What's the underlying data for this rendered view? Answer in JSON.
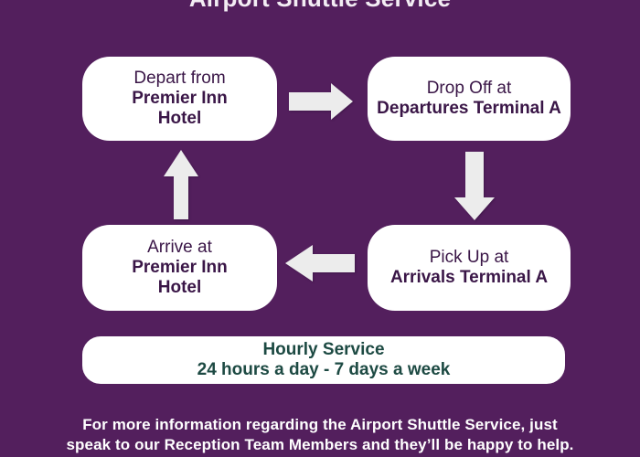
{
  "title": "Airport Shuttle Service",
  "flow": {
    "depart": {
      "line1": "Depart from",
      "line2": "Premier Inn",
      "line3": "Hotel"
    },
    "drop_off": {
      "line1": "Drop Off at",
      "line2": "Departures Terminal A"
    },
    "arrive": {
      "line1": "Arrive at",
      "line2": "Premier Inn",
      "line3": "Hotel"
    },
    "pick_up": {
      "line1": "Pick Up at",
      "line2": "Arrivals Terminal A"
    }
  },
  "arrows": {
    "right": "arrow-right-icon",
    "down": "arrow-down-icon",
    "left": "arrow-left-icon",
    "up": "arrow-up-icon"
  },
  "banner": {
    "line1": "Hourly Service",
    "line2": "24 hours a day - 7 days a week"
  },
  "footer": {
    "line1": "For more information regarding the Airport Shuttle Service, just",
    "line2": "speak to our Reception Team Members and they’ll be happy to help."
  },
  "colors": {
    "background": "#531f5d",
    "box_background": "#ffffff",
    "box_text": "#3a1647",
    "banner_text": "#1d4a43",
    "footer_text": "#ffffff",
    "title_text": "#f3edf4",
    "arrow_fill": "#ececec"
  }
}
